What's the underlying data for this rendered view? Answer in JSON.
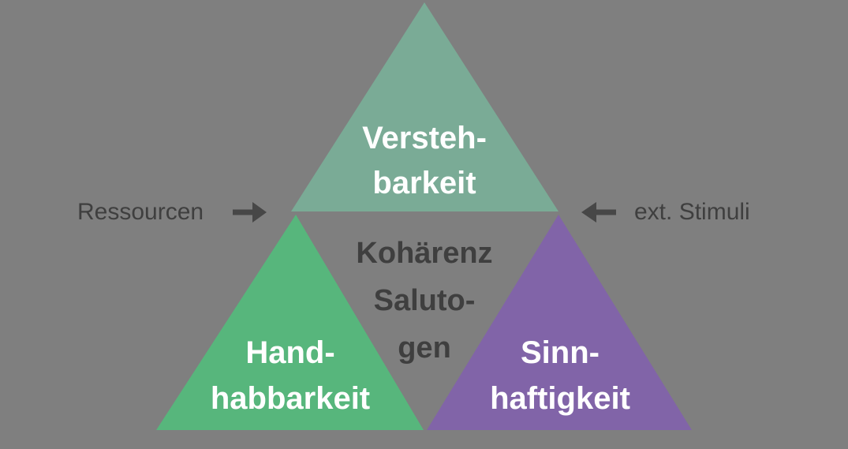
{
  "diagram": {
    "title_semantic": "Salutogenese",
    "background_color": "#7f7f7f",
    "text_dark_color": "#3f3f3f",
    "text_light_color": "#ffffff",
    "arrow_color": "#474747",
    "top_triangle": {
      "color": "#7aab96",
      "line1": "Versteh-",
      "line2": "barkeit"
    },
    "left_triangle": {
      "color": "#57b67c",
      "line1": "Hand-",
      "line2": "habbarkeit"
    },
    "right_triangle": {
      "color": "#8164a8",
      "line1": "Sinn-",
      "line2": "haftigkeit"
    },
    "center_text": {
      "line1": "Kohärenz",
      "line2": "Saluto-",
      "line3": "gen"
    },
    "left_label": "Ressourcen",
    "right_label": "ext. Stimuli"
  }
}
